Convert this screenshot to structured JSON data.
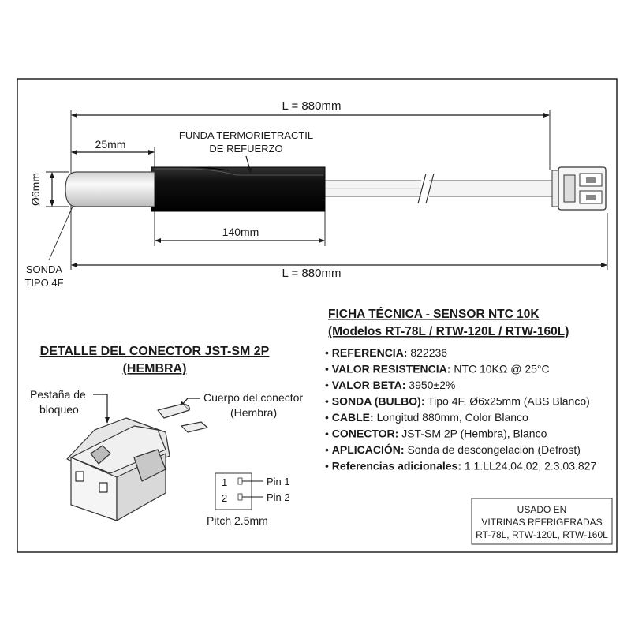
{
  "cable_drawing": {
    "total_length_top": "L = 880mm",
    "total_length_bottom": "L = 880mm",
    "probe_length": "25mm",
    "probe_diameter": "Ø6mm",
    "sleeve_length": "140mm",
    "sleeve_label_line1": "FUNDA TERMORIETRACTIL",
    "sleeve_label_line2": "DE REFUERZO",
    "probe_label_line1": "SONDA",
    "probe_label_line2": "TIPO 4F"
  },
  "connector_detail": {
    "title_line1": "DETALLE DEL CONECTOR JST-SM 2P",
    "title_line2": "(HEMBRA)",
    "latch_label_line1": "Pestaña de",
    "latch_label_line2": "bloqueo",
    "body_label_line1": "Cuerpo del conector",
    "body_label_line2": "(Hembra)",
    "pins": [
      {
        "number": "1",
        "label": "Pin 1"
      },
      {
        "number": "2",
        "label": "Pin 2"
      }
    ],
    "pitch": "Pitch 2.5mm"
  },
  "spec_sheet": {
    "title_line1": "FICHA TÉCNICA - SENSOR NTC 10K",
    "title_line2": "(Modelos RT-78L / RTW-120L / RTW-160L)",
    "items": [
      {
        "key": "REFERENCIA:",
        "value": " 822236"
      },
      {
        "key": "VALOR RESISTENCIA:",
        "value": " NTC 10KΩ @ 25°C"
      },
      {
        "key": "VALOR BETA:",
        "value": " 3950±2%"
      },
      {
        "key": "SONDA (BULBO):",
        "value": " Tipo 4F, Ø6x25mm (ABS Blanco)"
      },
      {
        "key": "CABLE:",
        "value": " Longitud 880mm, Color Blanco"
      },
      {
        "key": "CONECTOR:",
        "value": " JST-SM 2P (Hembra), Blanco"
      },
      {
        "key": "APLICACIÓN:",
        "value": " Sonda de descongelación (Defrost)"
      },
      {
        "key": "Referencias adicionales:",
        "value": " 1.1.LL24.04.02, 2.3.03.827"
      }
    ]
  },
  "usage_box": {
    "line1": "USADO EN",
    "line2": "VITRINAS REFRIGERADAS",
    "line3": "RT-78L, RTW-120L, RTW-160L"
  }
}
